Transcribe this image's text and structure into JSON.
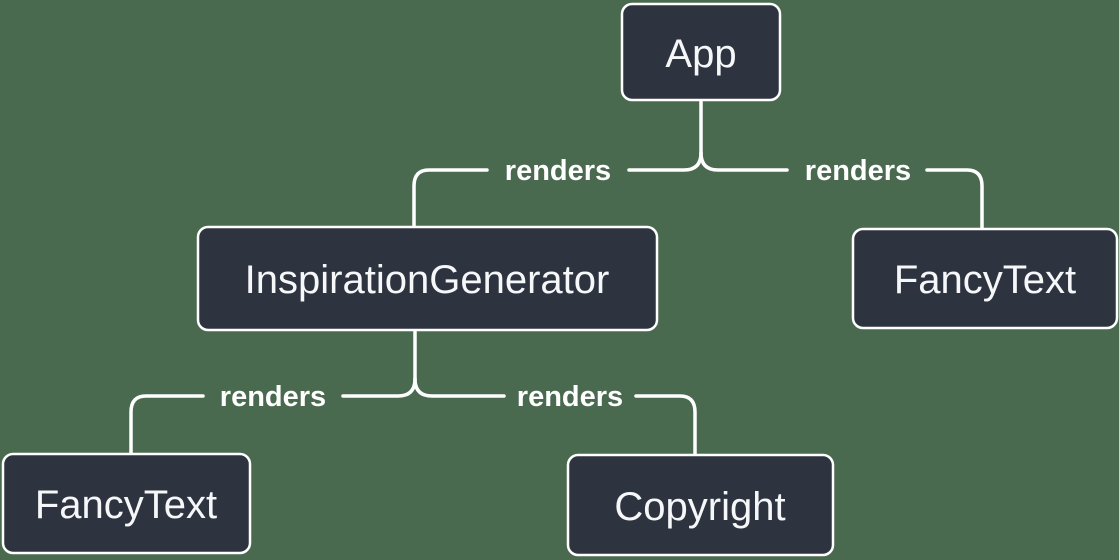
{
  "diagram": {
    "type": "render-tree",
    "colors": {
      "background": "#4a6a50",
      "node_fill": "#2d3440",
      "node_border": "#ffffff",
      "edge_line": "#ffffff",
      "label_text": "#f6f7f9"
    },
    "nodes": [
      {
        "id": "app",
        "label": "App"
      },
      {
        "id": "inspiration-generator",
        "label": "InspirationGenerator"
      },
      {
        "id": "fancy-text-right",
        "label": "FancyText"
      },
      {
        "id": "fancy-text-left",
        "label": "FancyText"
      },
      {
        "id": "copyright",
        "label": "Copyright"
      }
    ],
    "edges": [
      {
        "from": "App",
        "to": "InspirationGenerator",
        "label": "renders"
      },
      {
        "from": "App",
        "to": "FancyText",
        "label": "renders"
      },
      {
        "from": "InspirationGenerator",
        "to": "FancyText",
        "label": "renders"
      },
      {
        "from": "InspirationGenerator",
        "to": "Copyright",
        "label": "renders"
      }
    ]
  }
}
